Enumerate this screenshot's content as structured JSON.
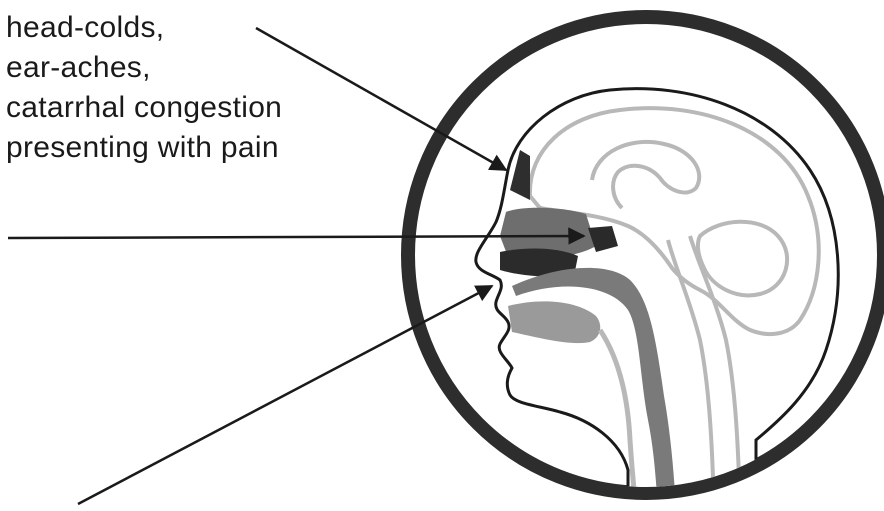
{
  "labels": {
    "line1": "head-colds,",
    "line2": "ear-aches,",
    "line3": "catarrhal congestion",
    "line4": "presenting with pain"
  },
  "colors": {
    "ink": "#1a1a1a",
    "tissue_dark": "#3c3c3c",
    "tissue_mid": "#7a7a7a",
    "tissue_light": "#b8b8b8",
    "background": "#ffffff",
    "ring": "#333333"
  }
}
